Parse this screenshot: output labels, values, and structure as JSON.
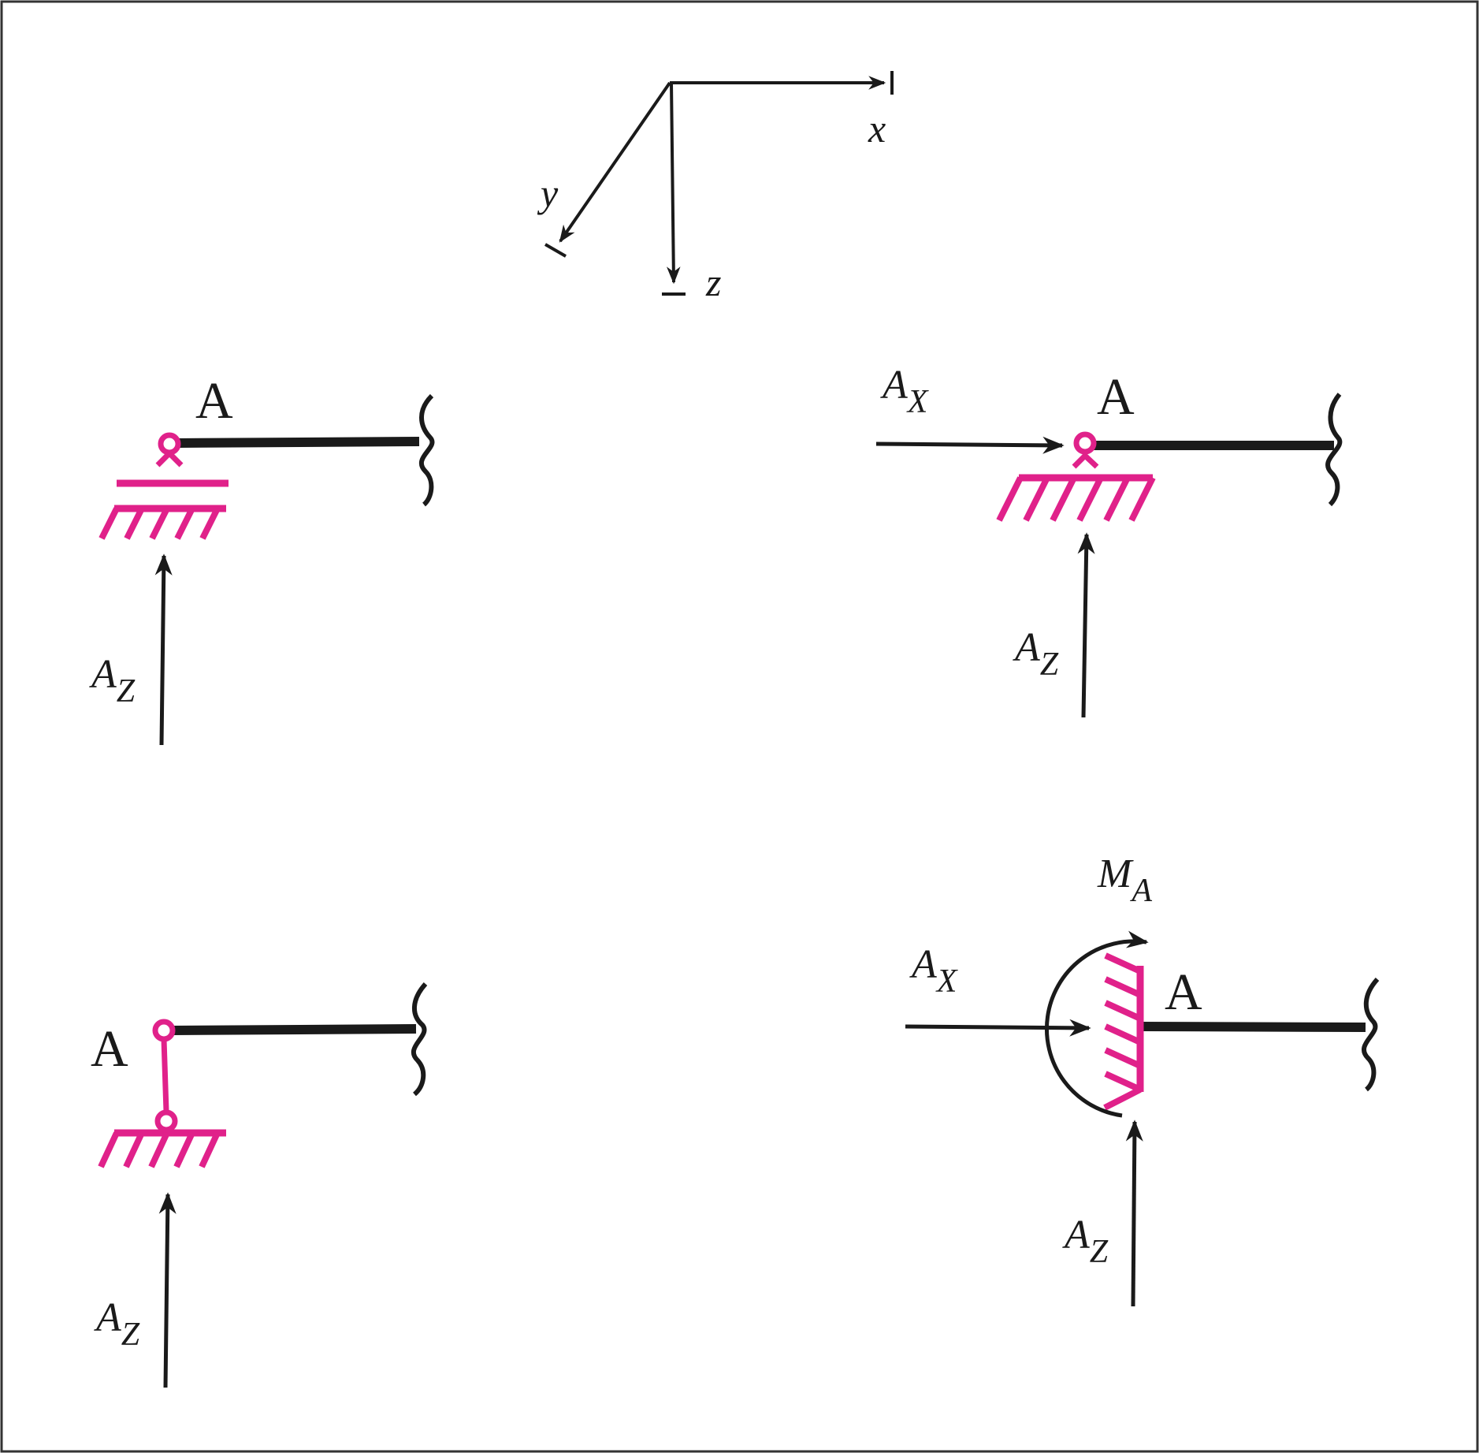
{
  "axes": {
    "x_label": "x",
    "y_label": "y",
    "z_label": "z"
  },
  "panel_pin": {
    "point_label": "A",
    "force_z": {
      "base": "A",
      "sub": "Z"
    }
  },
  "panel_pin_x": {
    "point_label": "A",
    "force_x": {
      "base": "A",
      "sub": "X"
    },
    "force_z": {
      "base": "A",
      "sub": "Z"
    }
  },
  "panel_link": {
    "point_label": "A",
    "force_z": {
      "base": "A",
      "sub": "Z"
    }
  },
  "panel_fixed": {
    "point_label": "A",
    "moment": {
      "base": "M",
      "sub": "A"
    },
    "force_x": {
      "base": "A",
      "sub": "X"
    },
    "force_z": {
      "base": "A",
      "sub": "Z"
    }
  },
  "colors": {
    "support": "#e0218a",
    "ink": "#1a1a1a",
    "frame": "#333333"
  }
}
